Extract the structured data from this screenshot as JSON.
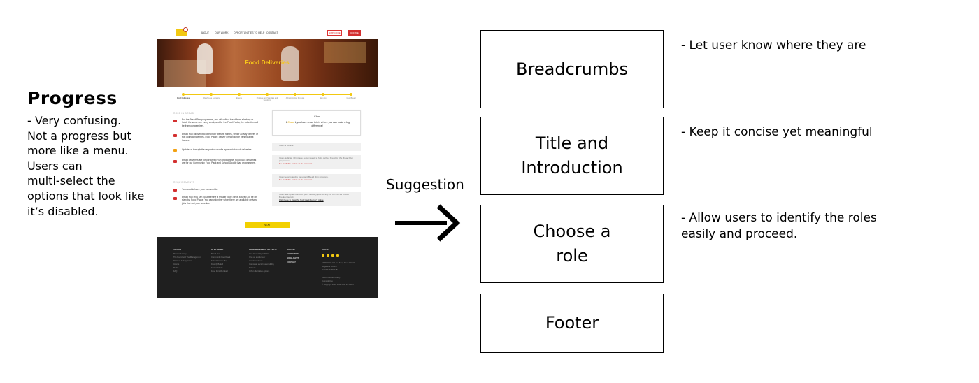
{
  "progress": {
    "title": "Progress",
    "note_lines": [
      "- Very confusing.",
      "Not a progress but",
      "more like a menu.",
      "Users can",
      "multi-select the",
      "options that look like",
      "it’s disabled."
    ]
  },
  "mock": {
    "nav": {
      "items": [
        "ABOUT",
        "OUR WORK",
        "OPPORTUNITIES TO HELP",
        "CONTACT"
      ],
      "subscribe": "SUBSCRIBE",
      "donate": "DONATE"
    },
    "hero_title": "Food Deliveries",
    "steps": [
      {
        "label": "Food Deliveries",
        "active": true
      },
      {
        "label": "Warehouse Logistics",
        "active": false
      },
      {
        "label": "Events",
        "active": false
      },
      {
        "label": "Produce and Supplies and Suppliers",
        "active": false
      },
      {
        "label": "Administrative Projects",
        "active": false
      },
      {
        "label": "Sign Up",
        "active": false
      },
      {
        "label": "Give Bread",
        "active": false
      }
    ],
    "roles_heading": "ROLE IN BREAD",
    "roles": [
      "For the Bread Run programme, you will collect bread from a bakery or hotel, the same one every week, and for the Food Packs, the collection will be from our premises.",
      "Bread Run: deliver it to one of our welfare homes, senior activity centres or soft collection centres. Food Packs: deliver directly to the beneficiaries' homes.",
      "Update us through the respective mobile apps which track deliveries.",
      "Bread deliveries are for our Bread Run programme. Food pack deliveries are for our Community Food Pack and School Goodie Bag programmes."
    ],
    "req_heading": "REQUIREMENTS",
    "reqs": [
      "You need to have your own vehicle.",
      "Bread Run: You can volunteer the a regular route (once a week), or be on standby. Food Packs: You can volunteer when there are available delivery jobs that suit your schedule."
    ],
    "card": {
      "name": "Clara",
      "prefix": "Hi",
      "highlight": "Clara",
      "message": ", if you have a car, this is where you can make a big difference!"
    },
    "options": [
      {
        "text": "I own a vehicle",
        "red": "",
        "link": ""
      },
      {
        "text": "I can dedicate 30 minutes every week to help deliver bread for the Bread Run programme.",
        "red": "No available routes at the moment",
        "link": ""
      },
      {
        "text": "I can be on standby for urgent Bread Run missions.",
        "red": "No available routes at the moment",
        "link": ""
      },
      {
        "text": "I can take up ad-hoc food pack delivery jobs during the COVID-19 Circuit Breaker period.",
        "red": "",
        "link": "Click here to view the food pack delivery guide"
      }
    ],
    "next_label": "NEXT",
    "footer": {
      "columns": [
        {
          "heading": "ABOUT",
          "links": [
            "Mission & Story",
            "The Board and The Management",
            "Partners & Supporters",
            "Interns",
            "Media",
            "FAQ"
          ]
        },
        {
          "heading": "OUR WORK",
          "links": [
            "Bread Run",
            "Community Food Pack",
            "School Goodie Bag",
            "Freshly Baked",
            "Festive Meals",
            "Food from the Heart"
          ]
        },
        {
          "heading": "OPPORTUNITIES TO HELP",
          "links": [
            "Give financially to FFTH",
            "Give as a volunteer",
            "Host food drives",
            "Corporate social responsibility",
            "Schools",
            "Other alternative options"
          ]
        }
      ],
      "mid_links": [
        "DONATE",
        "SUBSCRIBE",
        "HIGHLIGHTS",
        "CONTACT"
      ],
      "social_heading": "SOCIAL",
      "contact_lines": [
        "ADDRESS: 130 Joo Seng Road #03-01",
        "Singapore 368357",
        "PHONE: 6280 4483",
        "Data Protection Policy",
        "Terms of Use",
        "© Copyright 2020 Food from the Heart"
      ]
    }
  },
  "suggestion_label": "Suggestion",
  "boxes": [
    {
      "lines": [
        "Breadcrumbs"
      ]
    },
    {
      "lines": [
        "Title and",
        "Introduction"
      ]
    },
    {
      "lines": [
        "Choose a",
        "role"
      ]
    },
    {
      "lines": [
        "Footer"
      ]
    }
  ],
  "notes": [
    [
      "- Let user know where they are"
    ],
    [
      "- Keep it concise yet meaningful"
    ],
    [
      "- Allow users to identify the roles",
      "easily and proceed."
    ]
  ]
}
